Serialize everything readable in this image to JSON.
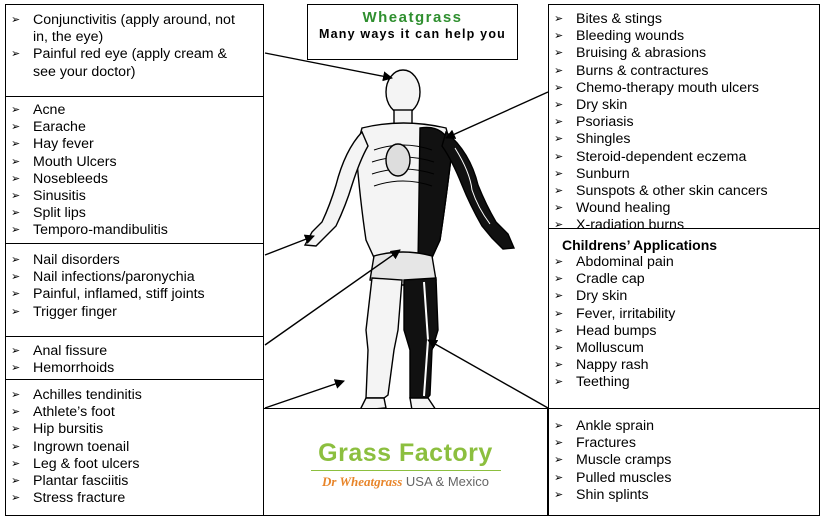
{
  "title": {
    "main": "Wheatgrass",
    "sub": "Many ways it can help you"
  },
  "logo": {
    "name": "Grass Factory",
    "tagline": "Dr Wheatgrass",
    "region": "USA & Mexico"
  },
  "colors": {
    "title_green": "#2f8f2f",
    "logo_green": "#8cbf3f",
    "logo_orange": "#e8852a"
  },
  "bullet_icon": "arrowhead-bullet-icon",
  "left_boxes": [
    {
      "items": [
        "Conjunctivitis (apply around, not in, the eye)",
        "Painful red eye (apply cream & see your doctor)"
      ]
    },
    {
      "items": [
        "Acne",
        "Earache",
        "Hay fever",
        "Mouth Ulcers",
        "Nosebleeds",
        "Sinusitis",
        "Split lips",
        "Temporo-mandibulitis"
      ]
    },
    {
      "items": [
        "Nail disorders",
        "Nail infections/paronychia",
        "Painful, inflamed, stiff joints",
        "Trigger finger"
      ]
    },
    {
      "items": [
        "Anal fissure",
        "Hemorrhoids"
      ]
    },
    {
      "items": [
        "Achilles tendinitis",
        "Athlete’s foot",
        "Hip bursitis",
        "Ingrown toenail",
        "Leg & foot ulcers",
        "Plantar fasciitis",
        "Stress fracture"
      ]
    }
  ],
  "right_boxes": [
    {
      "items": [
        "Bites & stings",
        "Bleeding wounds",
        "Bruising & abrasions",
        "Burns & contractures",
        "Chemo-therapy mouth ulcers",
        "Dry skin",
        "Psoriasis",
        "Shingles",
        "Steroid-dependent eczema",
        "Sunburn",
        "Sunspots & other skin cancers",
        "Wound healing",
        "X-radiation burns"
      ]
    },
    {
      "heading": "Childrens’ Applications",
      "items": [
        "Abdominal pain",
        "Cradle cap",
        "Dry skin",
        "Fever, irritability",
        "Head bumps",
        "Molluscum",
        "Nappy rash",
        "Teething"
      ]
    },
    {
      "items": [
        "Ankle sprain",
        "Fractures",
        "Muscle cramps",
        "Pulled muscles",
        "Shin splints"
      ]
    }
  ]
}
